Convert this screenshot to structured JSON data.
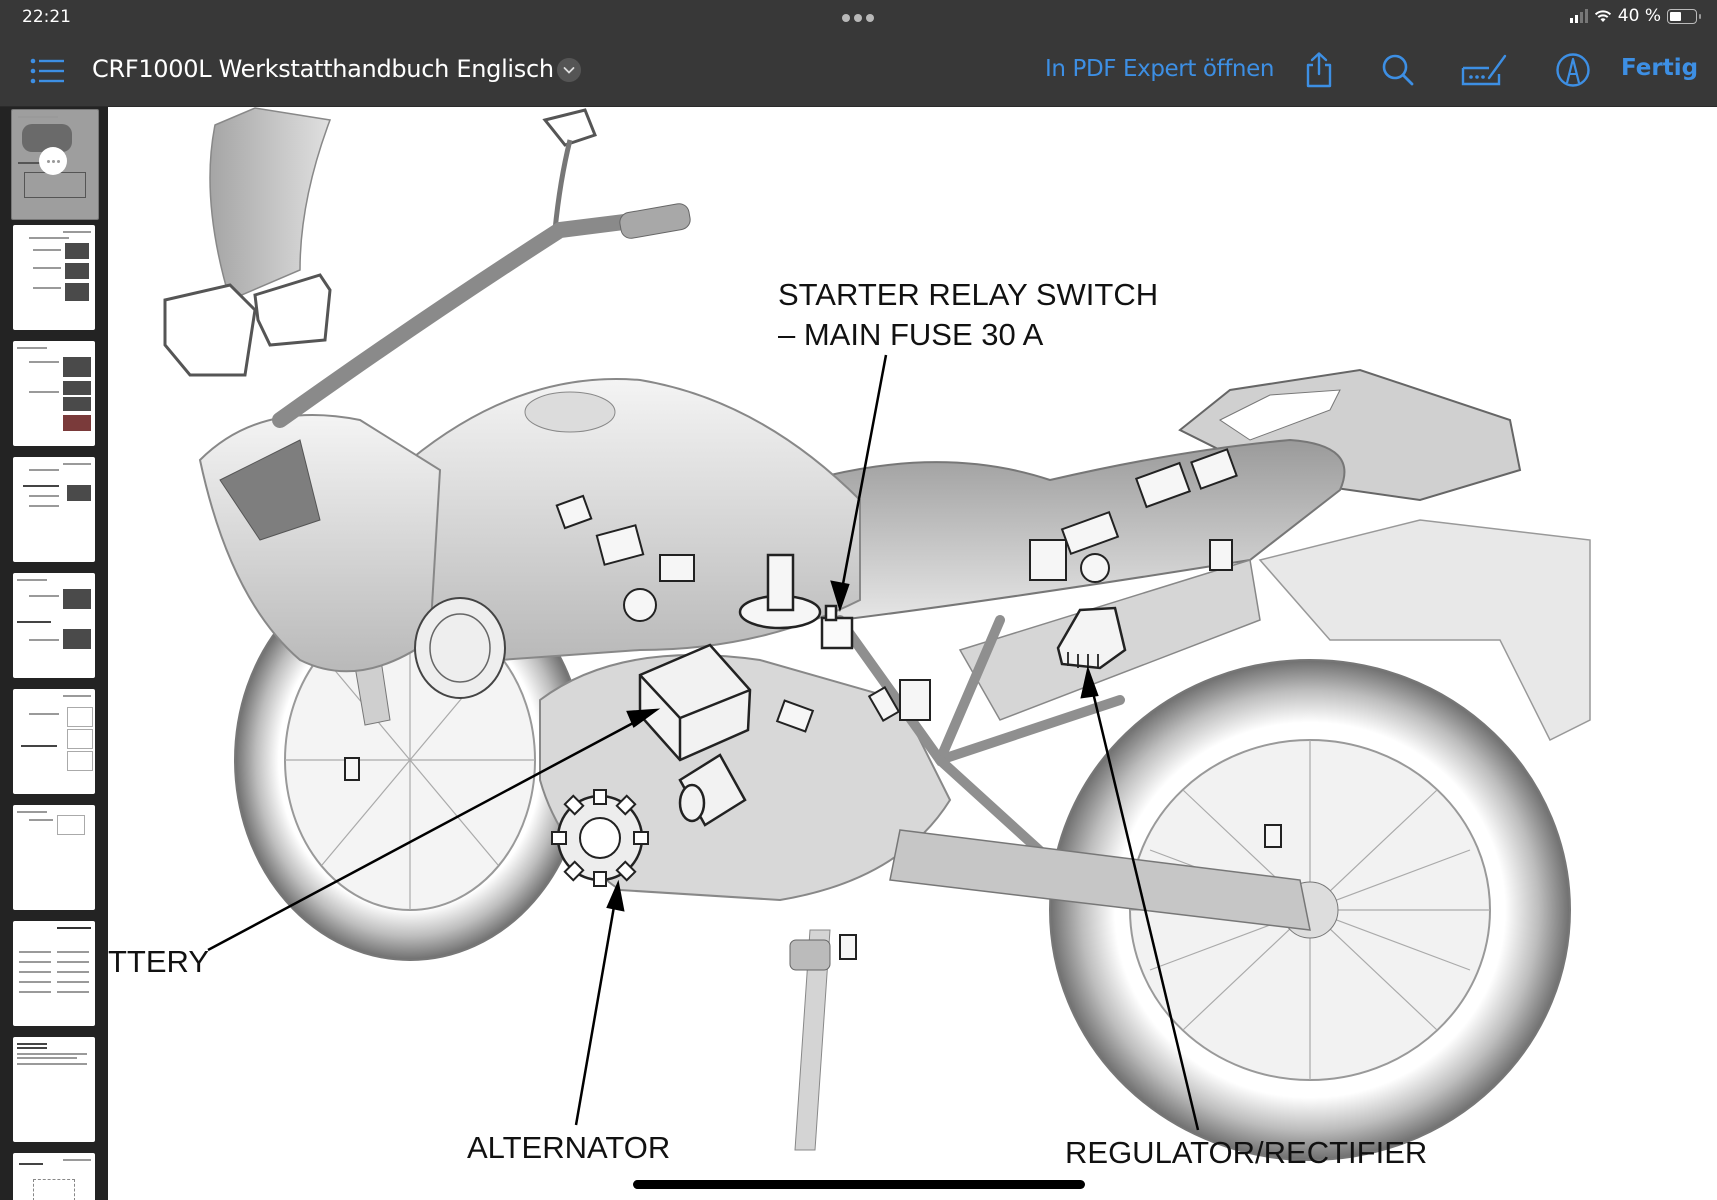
{
  "status_bar": {
    "time": "22:21",
    "battery_percent": "40 %",
    "battery_level": 0.4,
    "signal_bars_active": 2,
    "signal_bars_total": 4
  },
  "toolbar": {
    "document_title": "CRF1000L Werkstatthandbuch Englisch",
    "open_in_label": "In PDF Expert öffnen",
    "done_label": "Fertig",
    "icons": [
      "list-icon",
      "chevron-down-icon",
      "share-icon",
      "search-icon",
      "signature-icon",
      "markup-icon"
    ],
    "accent_color": "#3d8fe4"
  },
  "sidebar": {
    "thumbnails_count": 10,
    "selected_index": 0
  },
  "diagram": {
    "labels": {
      "starter_relay_line1": "STARTER RELAY SWITCH",
      "starter_relay_line2": "– MAIN FUSE 30 A",
      "battery": "TTERY",
      "alternator": "ALTERNATOR",
      "regulator": "REGULATOR/RECTIFIER"
    }
  }
}
